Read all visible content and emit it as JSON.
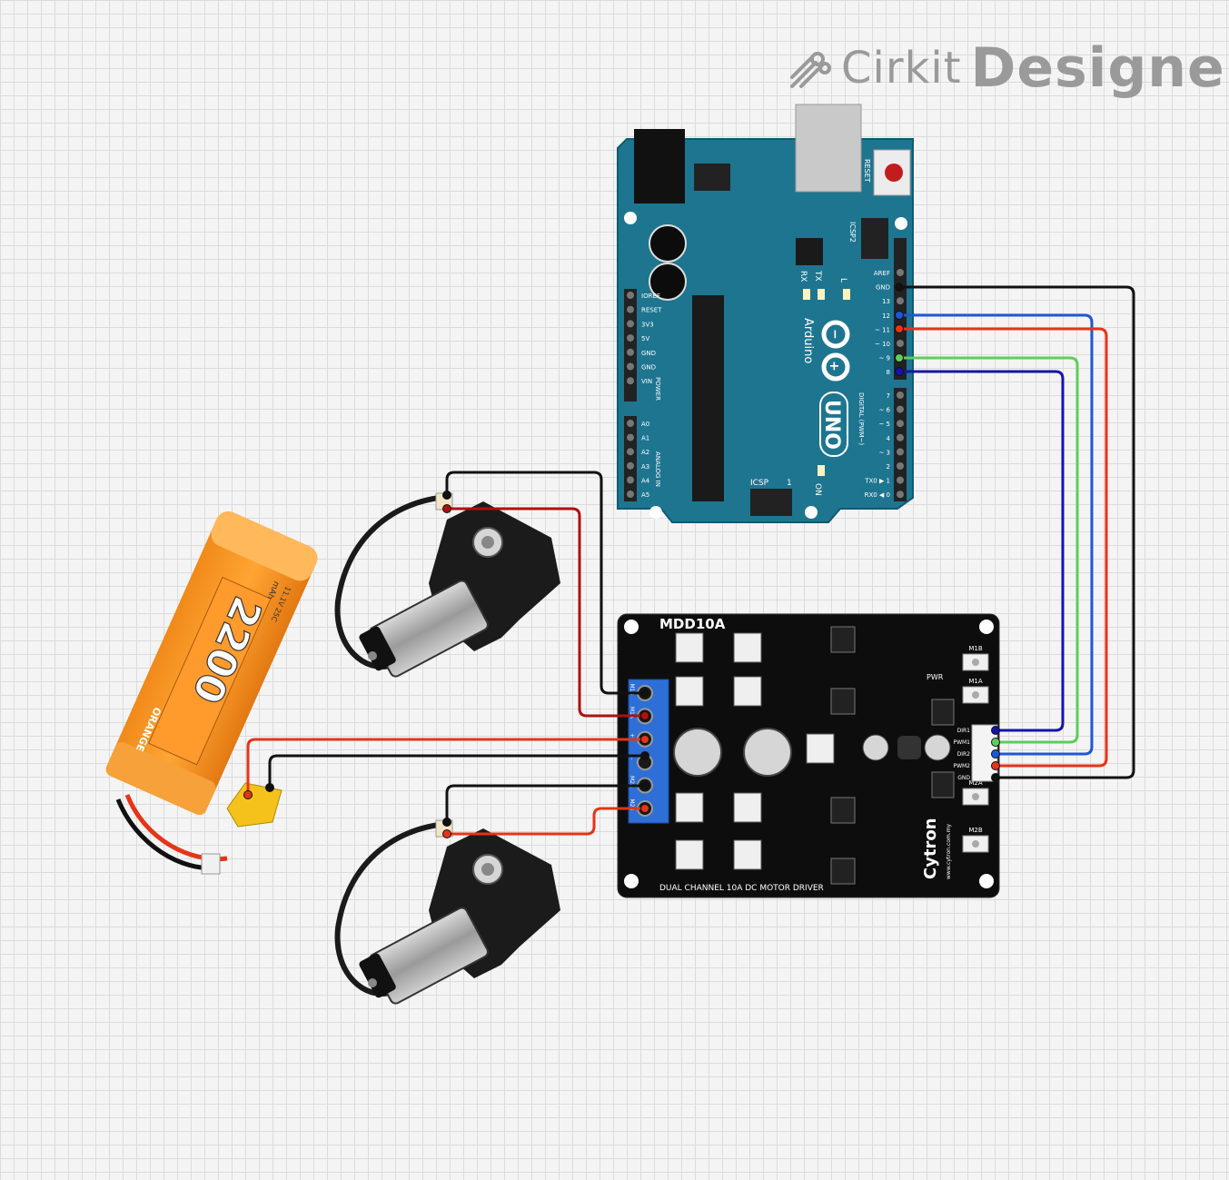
{
  "logo": {
    "brand": "Cirkit",
    "product": "Designer"
  },
  "arduino": {
    "name": "Arduino",
    "model": "UNO",
    "reset_label": "RESET",
    "icsp2_label": "ICSP2",
    "icsp_label": "ICSP",
    "icsp_pin": "1",
    "tx": "TX",
    "rx": "RX",
    "led_l": "L",
    "on_label": "ON",
    "power_header_label": "POWER",
    "analog_header_label": "ANALOG IN",
    "digital_header_label": "DIGITAL (PWM~)",
    "power_pins": [
      "IOREF",
      "RESET",
      "3V3",
      "5V",
      "GND",
      "GND",
      "VIN"
    ],
    "analog_pins": [
      "A0",
      "A1",
      "A2",
      "A3",
      "A4",
      "A5"
    ],
    "digital_pins_top": [
      "AREF",
      "GND",
      "13",
      "12",
      "~ 11",
      "~ 10",
      "~ 9",
      "8"
    ],
    "digital_pins_bottom": [
      "7",
      "~ 6",
      "~ 5",
      "4",
      "~ 3",
      "2",
      "TX0 ▶ 1",
      "RX0 ◀ 0"
    ]
  },
  "driver": {
    "title": "MDD10A",
    "subtitle": "DUAL CHANNEL 10A DC MOTOR DRIVER",
    "brand": "Cytron",
    "brand_url": "www.cytron.com.my",
    "pwr": "PWR",
    "buttons": [
      "M1B",
      "M1A",
      "M2A",
      "M2B"
    ],
    "ctrl_pins": [
      "DIR1",
      "PWM1",
      "DIR2",
      "PWM2",
      "GND"
    ],
    "terminal_pins": [
      "M1B",
      "M1A",
      "+",
      "-",
      "M2A",
      "M2B"
    ],
    "led_labels": [
      "M1B M1A",
      "M2A M2B"
    ]
  },
  "battery": {
    "brand": "ORANGE",
    "capacity": "2200",
    "unit": "mAh",
    "spec": "11.1V 25C"
  },
  "wire_colors": {
    "black": "#111111",
    "red": "#e53418",
    "dark_red": "#b01010",
    "blue": "#1f58d6",
    "green": "#5cce5c",
    "navy": "#1414a8"
  }
}
